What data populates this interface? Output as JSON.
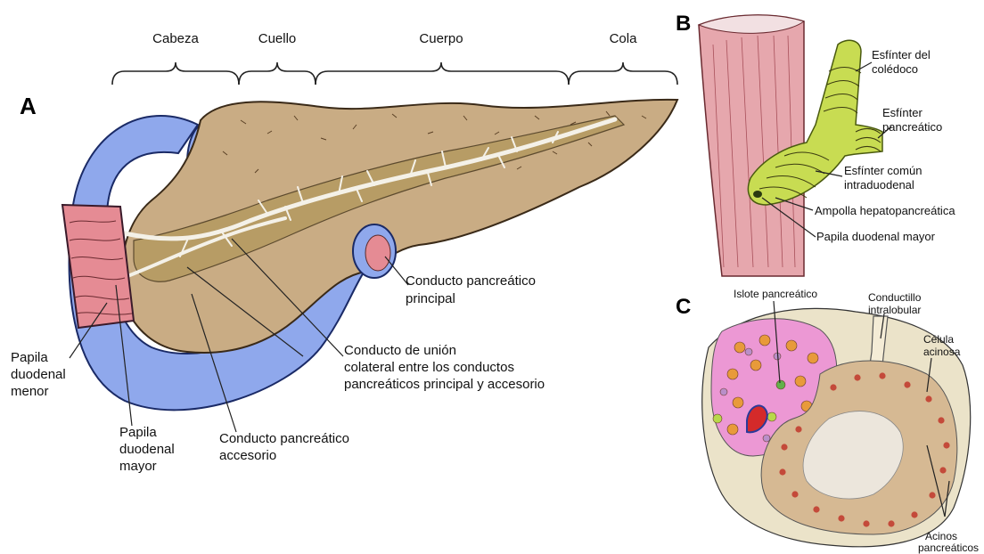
{
  "panels": {
    "a": "A",
    "b": "B",
    "c": "C"
  },
  "regions": {
    "head": "Cabeza",
    "neck": "Cuello",
    "body": "Cuerpo",
    "tail": "Cola"
  },
  "panel_a": {
    "main_duct": [
      "Conducto pancreático",
      "principal"
    ],
    "union_duct": [
      "Conducto de unión",
      "colateral entre los conductos",
      "pancreáticos principal y accesorio"
    ],
    "minor_papilla": [
      "Papila",
      "duodenal",
      "menor"
    ],
    "major_papilla": [
      "Papila",
      "duodenal",
      "mayor"
    ],
    "accessory_duct": [
      "Conducto pancreático",
      "accesorio"
    ]
  },
  "panel_b": {
    "bile_sphincter": [
      "Esfínter del",
      "colédoco"
    ],
    "pancreatic_sphincter": [
      "Esfínter",
      "pancreático"
    ],
    "common_sphincter": [
      "Esfínter común",
      "intraduodenal"
    ],
    "ampulla": "Ampolla hepatopancreática",
    "major_papilla": "Papila duodenal mayor"
  },
  "panel_c": {
    "islet": "Islote pancreático",
    "ductule": [
      "Conductillo",
      "intralobular"
    ],
    "acinar_cell": [
      "Célula",
      "acinosa"
    ],
    "acini": [
      "Acinos",
      "pancreáticos"
    ]
  },
  "colors": {
    "duodenum": "#8fa8ec",
    "pancreas": "#c9ac84",
    "mucosa": "#e58b94",
    "duct": "#f4f1e8",
    "muscle_wall": "#e6a7ad",
    "bile_duct": "#c8dc52",
    "islet": "#ec98d4",
    "acinus": "#d6b993",
    "nucleus": "#c44a3a"
  }
}
